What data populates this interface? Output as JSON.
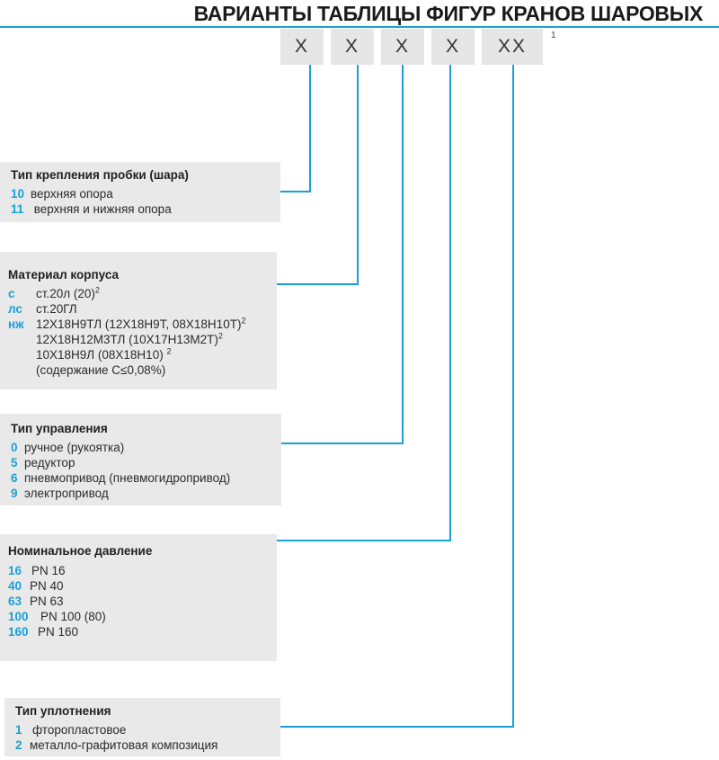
{
  "title": "ВАРИАНТЫ ТАБЛИЦЫ ФИГУР КРАНОВ ШАРОВЫХ",
  "code_boxes": [
    "X",
    "X",
    "X",
    "X",
    "XX"
  ],
  "footnote": "1",
  "accent_color": "#1aa0d6",
  "panels": [
    {
      "title": "Тип крепления пробки (шара)",
      "items": [
        {
          "code": "10",
          "text": "верхняя опора"
        },
        {
          "code": "11",
          "text": " верхняя и нижняя опора"
        }
      ]
    },
    {
      "title": "Материал корпуса",
      "items": [
        {
          "code": "с",
          "text": "ст.20л (20)",
          "sup": "2"
        },
        {
          "code": "лс",
          "text": "ст.20ГЛ"
        },
        {
          "code": "нж",
          "text": "12Х18Н9ТЛ (12Х18Н9Т, 08Х18Н10Т)",
          "sup": "2"
        },
        {
          "code": "",
          "text": "12Х18Н12М3ТЛ (10Х17Н13М2Т)",
          "sup": "2"
        },
        {
          "code": "",
          "text": "10Х18Н9Л (08Х18Н10) ",
          "sup": "2"
        },
        {
          "code": "",
          "text": "(содержание С≤0,08%)"
        }
      ]
    },
    {
      "title": "Тип управления",
      "items": [
        {
          "code": "0",
          "text": "ручное (рукоятка)"
        },
        {
          "code": "5",
          "text": "редуктор"
        },
        {
          "code": "6",
          "text": "пневмопривод (пневмогидропривод)"
        },
        {
          "code": "9",
          "text": "электропривод"
        }
      ]
    },
    {
      "title": "Номинальное давление",
      "items": [
        {
          "code": "16",
          "text": "PN 16"
        },
        {
          "code": "40",
          "text": "PN 40"
        },
        {
          "code": "63",
          "text": "PN 63"
        },
        {
          "code": "100",
          "text": "PN 100 (80)"
        },
        {
          "code": "160",
          "text": "PN 160"
        }
      ]
    },
    {
      "title": "Тип уплотнения",
      "items": [
        {
          "code": "1",
          "text": "фторопластовое"
        },
        {
          "code": "2",
          "text": "металло-графитовая композиция"
        }
      ]
    }
  ]
}
